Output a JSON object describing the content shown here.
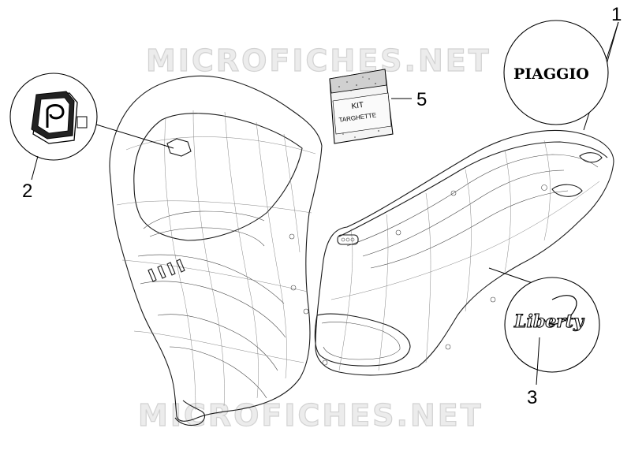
{
  "watermark": {
    "top": "MICROFICHES.NET",
    "bottom": "MICROFICHES.NET"
  },
  "callouts": [
    {
      "number": "1",
      "label": "PIAGGIO"
    },
    {
      "number": "2",
      "label": ""
    },
    {
      "number": "3",
      "label": "Liberty"
    },
    {
      "number": "5",
      "label": ""
    }
  ],
  "kit": {
    "line1": "KIT",
    "line2": "TARGHETTE"
  }
}
